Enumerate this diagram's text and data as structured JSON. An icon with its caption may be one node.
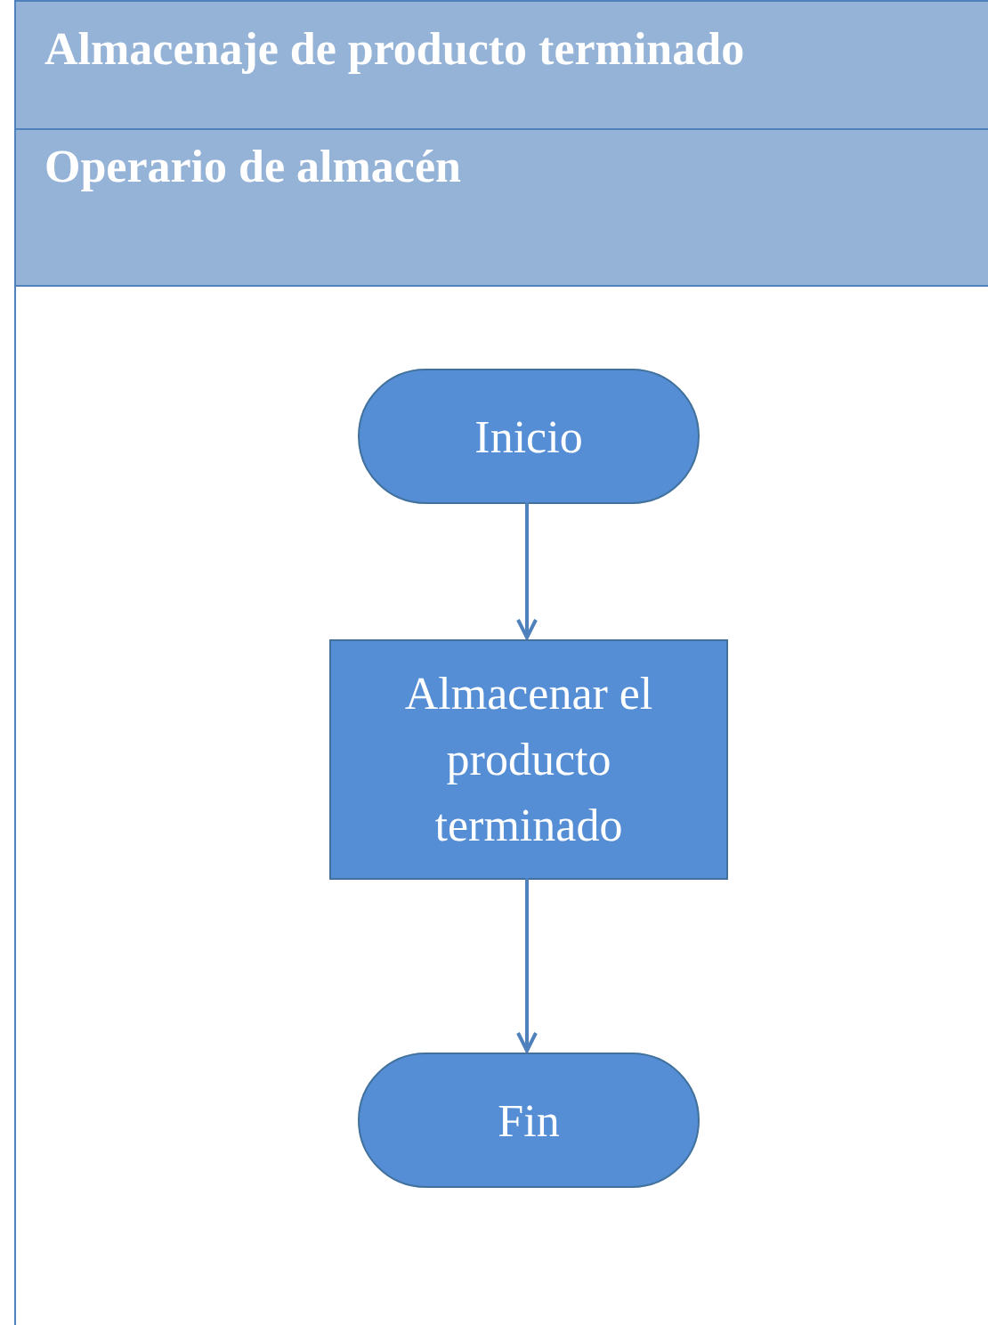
{
  "diagram": {
    "nodes": [
      {
        "text": [
          "Almacenaje de producto terminado"
        ]
      },
      {
        "text": [
          "Operario de almacén"
        ]
      },
      {
        "text": [
          "Inicio"
        ],
        "in": 1
      },
      {
        "text": [
          "Almacenar el producto terminado"
        ],
        "in": 1
      },
      {
        "text": [
          "Fin"
        ],
        "in": 1
      }
    ],
    "edges": [
      {
        "from": 2,
        "to": 3,
        "arrow": "to"
      },
      {
        "from": 3,
        "to": 4,
        "arrow": "to"
      }
    ]
  }
}
